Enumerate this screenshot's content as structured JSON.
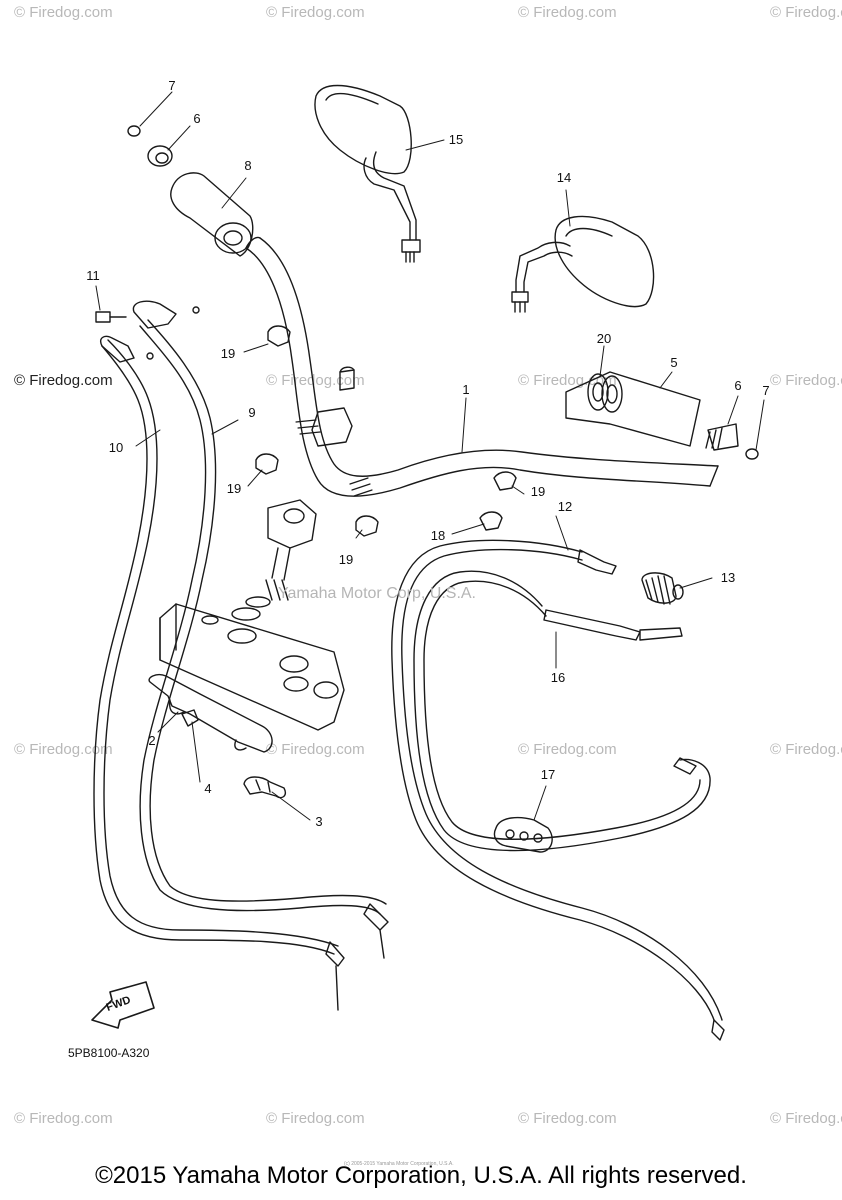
{
  "watermark": "© Firedog.com",
  "center_watermark": "Yamaha Motor Corp, U.S.A.",
  "diagram_code": "5PB8100-A320",
  "fwd_label": "FWD",
  "small_print": "(c) 2005-2015 Yamaha Motor Corporation, U.S.A.",
  "copyright": "©2015 Yamaha Motor Corporation, U.S.A. All rights reserved.",
  "callouts": [
    "7",
    "6",
    "8",
    "15",
    "14",
    "11",
    "19",
    "20",
    "5",
    "6",
    "7",
    "10",
    "9",
    "1",
    "19",
    "19",
    "12",
    "18",
    "19",
    "13",
    "16",
    "2",
    "4",
    "3",
    "17"
  ]
}
